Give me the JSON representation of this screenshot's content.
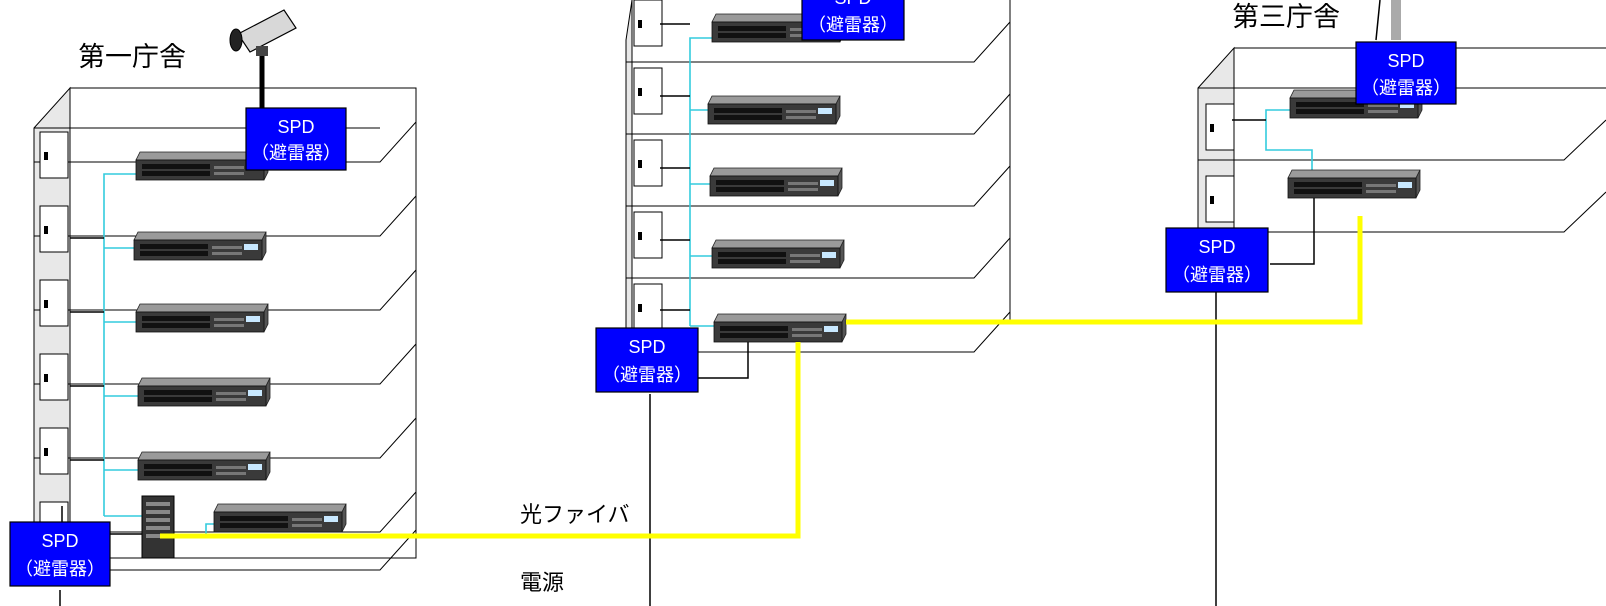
{
  "buildings": {
    "first": {
      "label": "第一庁舎"
    },
    "third": {
      "label": "第三庁舎"
    }
  },
  "spd": {
    "top_label": "SPD",
    "bottom_label": "（避雷器）"
  },
  "legend": {
    "fiber": "光ファイバ",
    "power": "電源"
  },
  "colors": {
    "spd_fill": "#0000ff",
    "fiber": "#ffff00",
    "lan": "#33ccdd",
    "power": "#000000"
  },
  "icons": [
    "camera-icon",
    "network-switch-icon",
    "wall-cabinet-icon",
    "server-rack-icon"
  ]
}
